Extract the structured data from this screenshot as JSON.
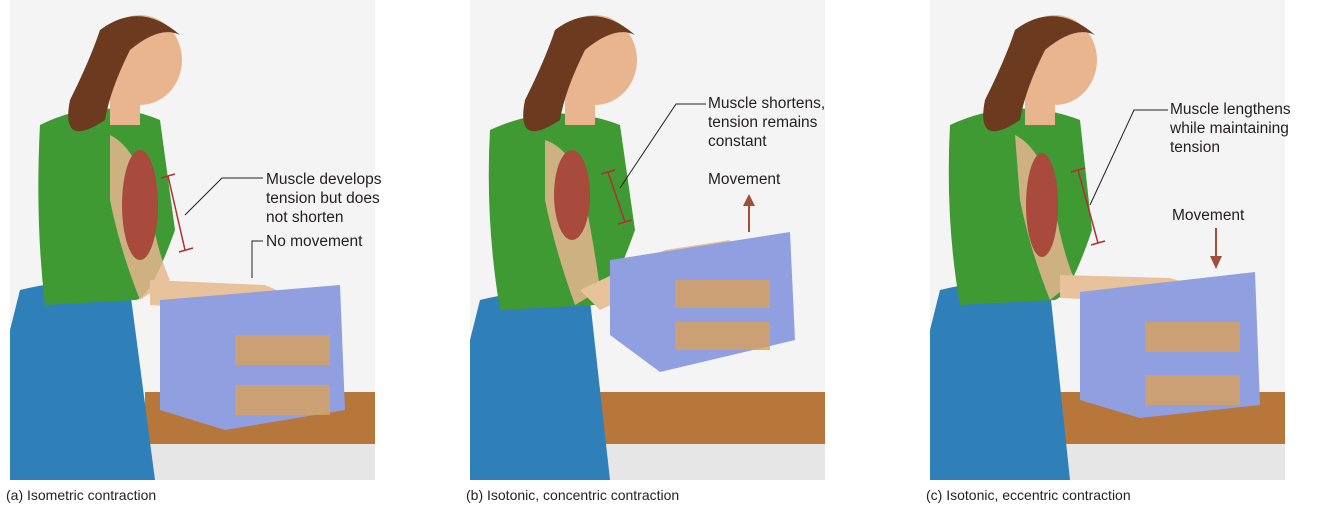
{
  "panels": [
    {
      "caption": "(a) Isometric contraction",
      "muscle_note": "Muscle develops\ntension but does\nnot shorten",
      "movement_note": "No movement"
    },
    {
      "caption": "(b) Isotonic, concentric contraction",
      "muscle_note": "Muscle shortens,\ntension remains\nconstant",
      "movement_note": "Movement",
      "movement_direction": "up"
    },
    {
      "caption": "(c) Isotonic, eccentric contraction",
      "muscle_note": "Muscle lengthens\nwhile maintaining\ntension",
      "movement_note": "Movement",
      "movement_direction": "down"
    }
  ],
  "colors": {
    "shirt": "#3f9a34",
    "pants": "#2f7fb8",
    "skin": "#e8b58e",
    "hair": "#6b3a1f",
    "crate": "#8f9fe0",
    "table": "#b8773a",
    "muscle": "#a84a3c",
    "bracket": "#b03030",
    "arrow": "#a0503a",
    "background": "#f4f4f4"
  }
}
